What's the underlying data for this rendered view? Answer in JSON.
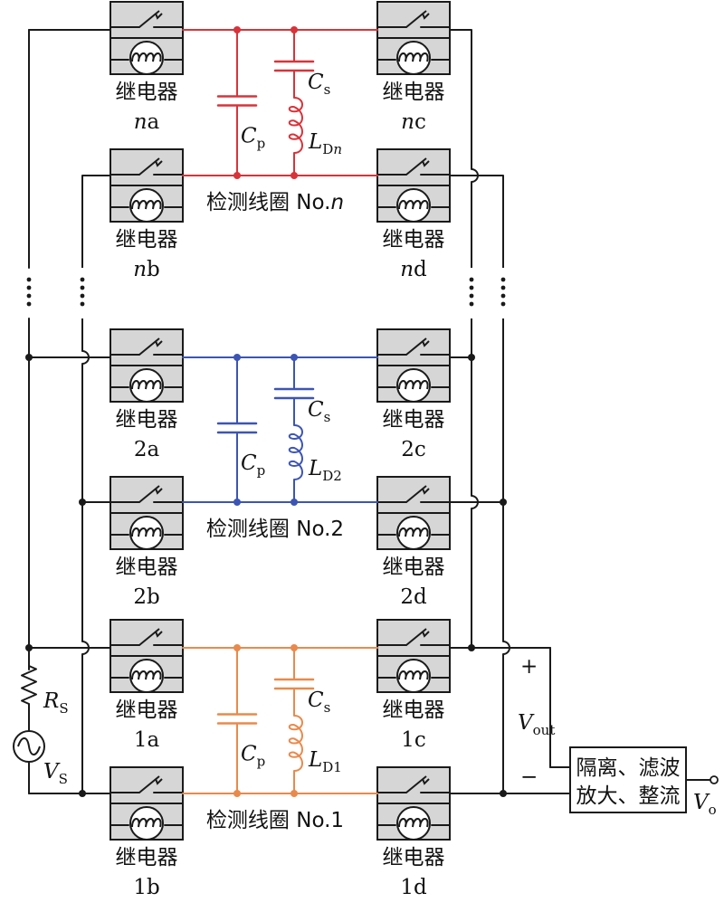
{
  "colors": {
    "wire": "#1a1a1a",
    "relay_fill": "#d6d6d6",
    "coil_n": "#d8333a",
    "coil_2": "#3c55b4",
    "coil_1": "#e88a4c"
  },
  "relay_label": "继电器",
  "coils": [
    {
      "id": "n",
      "name": "检测线圈 No.",
      "name_suffix": "n",
      "cs_sub": "s",
      "cp_sub": "p",
      "ld_sub": "D",
      "ld_sub_italic": "n"
    },
    {
      "id": "2",
      "name": "检测线圈 No.2",
      "cs_sub": "s",
      "cp_sub": "p",
      "ld_sub": "D2"
    },
    {
      "id": "1",
      "name": "检测线圈 No.1",
      "cs_sub": "s",
      "cp_sub": "p",
      "ld_sub": "D1"
    }
  ],
  "relay_tags": {
    "na": {
      "num": "n",
      "letter": "a"
    },
    "nb": {
      "num": "n",
      "letter": "b"
    },
    "nc": {
      "num": "n",
      "letter": "c"
    },
    "nd": {
      "num": "n",
      "letter": "d"
    },
    "2a": "2a",
    "2b": "2b",
    "2c": "2c",
    "2d": "2d",
    "1a": "1a",
    "1b": "1b",
    "1c": "1c",
    "1d": "1d"
  },
  "components": {
    "cs": "C",
    "cp": "C",
    "ld": "L",
    "rs": "R",
    "rs_sub": "S",
    "vs": "V",
    "vs_sub": "S",
    "vout": "V",
    "vout_sub": "out",
    "plus": "+",
    "minus": "−",
    "vo": "V",
    "vo_sub": "o"
  },
  "processor": {
    "line1": "隔离、滤波",
    "line2": "放大、整流"
  }
}
